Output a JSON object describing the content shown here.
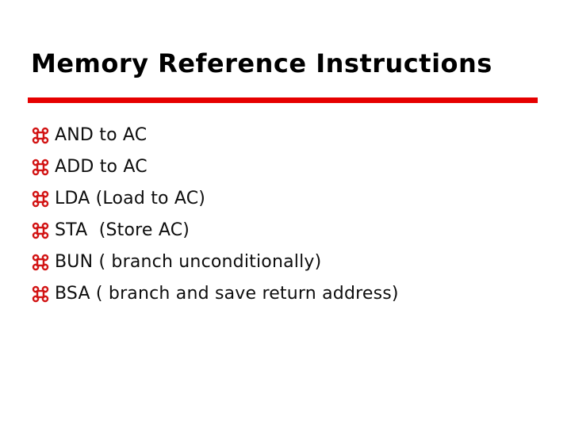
{
  "slide": {
    "title": "Memory Reference Instructions",
    "accent_color": "#e60000",
    "bullet_color": "#d21414",
    "bullet_glyph": "command-sign",
    "items": [
      "AND to AC",
      "ADD to AC",
      "LDA (Load to AC)",
      "STA  (Store AC)",
      "BUN ( branch unconditionally)",
      "BSA ( branch and save return address)"
    ]
  }
}
